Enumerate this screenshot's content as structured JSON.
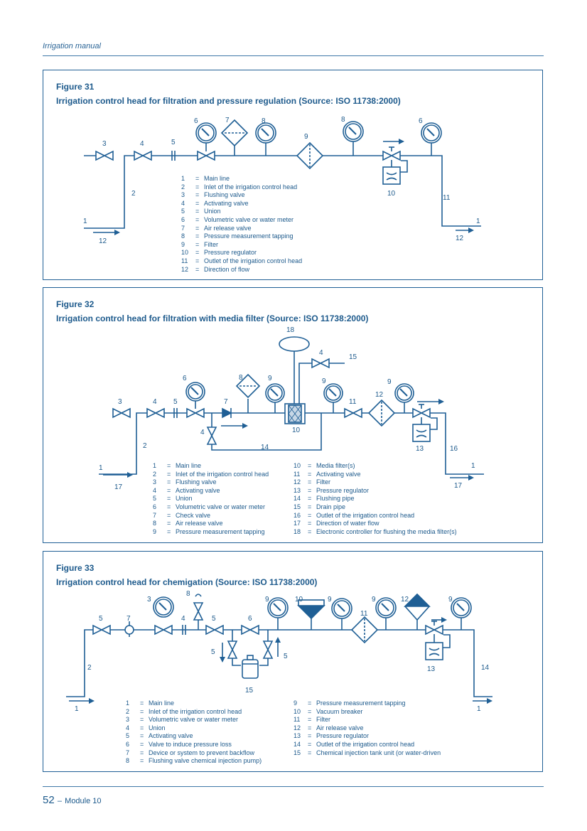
{
  "header": {
    "running_title": "Irrigation manual"
  },
  "figures": [
    {
      "number": "Figure 31",
      "title": "Irrigation control head for filtration and pressure regulation (Source: ISO 11738:2000)",
      "legend": [
        {
          "n": "1",
          "text": "Main line"
        },
        {
          "n": "2",
          "text": "Inlet of the irrigation control head"
        },
        {
          "n": "3",
          "text": "Flushing valve"
        },
        {
          "n": "4",
          "text": "Activating valve"
        },
        {
          "n": "5",
          "text": "Union"
        },
        {
          "n": "6",
          "text": "Volumetric valve or water meter"
        },
        {
          "n": "7",
          "text": "Air release valve"
        },
        {
          "n": "8",
          "text": "Pressure measurement tapping"
        },
        {
          "n": "9",
          "text": "Filter"
        },
        {
          "n": "10",
          "text": "Pressure regulator"
        },
        {
          "n": "11",
          "text": "Outlet of the irrigation control head"
        },
        {
          "n": "12",
          "text": "Direction of flow"
        }
      ]
    },
    {
      "number": "Figure 32",
      "title": "Irrigation control head for filtration with media filter (Source: ISO 11738:2000)",
      "legend_left": [
        {
          "n": "1",
          "text": "Main line"
        },
        {
          "n": "2",
          "text": "Inlet of the irrigation control head"
        },
        {
          "n": "3",
          "text": "Flushing valve"
        },
        {
          "n": "4",
          "text": "Activating valve"
        },
        {
          "n": "5",
          "text": "Union"
        },
        {
          "n": "6",
          "text": "Volumetric valve or water meter"
        },
        {
          "n": "7",
          "text": "Check valve"
        },
        {
          "n": "8",
          "text": "Air release valve"
        },
        {
          "n": "9",
          "text": "Pressure measurement tapping"
        }
      ],
      "legend_right": [
        {
          "n": "10",
          "text": "Media filter(s)"
        },
        {
          "n": "11",
          "text": "Activating valve"
        },
        {
          "n": "12",
          "text": "Filter"
        },
        {
          "n": "13",
          "text": "Pressure regulator"
        },
        {
          "n": "14",
          "text": "Flushing pipe"
        },
        {
          "n": "15",
          "text": "Drain pipe"
        },
        {
          "n": "16",
          "text": "Outlet of the irrigation control head"
        },
        {
          "n": "17",
          "text": "Direction of water flow"
        },
        {
          "n": "18",
          "text": "Electronic controller for flushing the media filter(s)"
        }
      ]
    },
    {
      "number": "Figure 33",
      "title": "Irrigation control head for chemigation (Source: ISO 11738:2000)",
      "legend_left": [
        {
          "n": "1",
          "text": "Main line"
        },
        {
          "n": "2",
          "text": "Inlet of the irrigation control head"
        },
        {
          "n": "3",
          "text": "Volumetric valve or water meter"
        },
        {
          "n": "4",
          "text": "Union"
        },
        {
          "n": "5",
          "text": "Activating valve"
        },
        {
          "n": "6",
          "text": "Valve to induce pressure loss"
        },
        {
          "n": "7",
          "text": "Device or system to prevent backflow"
        },
        {
          "n": "8",
          "text": "Flushing valve chemical injection pump)"
        }
      ],
      "legend_right": [
        {
          "n": "9",
          "text": "Pressure measurement tapping"
        },
        {
          "n": "10",
          "text": "Vacuum breaker"
        },
        {
          "n": "11",
          "text": "Filter"
        },
        {
          "n": "12",
          "text": "Air release valve"
        },
        {
          "n": "13",
          "text": "Pressure regulator"
        },
        {
          "n": "14",
          "text": "Outlet of the irrigation control head"
        },
        {
          "n": "15",
          "text": "Chemical injection tank unit (or water-driven"
        }
      ]
    }
  ],
  "diagram_labels": {
    "f31": [
      "1",
      "2",
      "3",
      "4",
      "5",
      "6",
      "7",
      "8",
      "9",
      "8",
      "6",
      "10",
      "11",
      "12",
      "1",
      "12"
    ],
    "f32": [
      "1",
      "2",
      "3",
      "4",
      "5",
      "6",
      "7",
      "8",
      "9",
      "4",
      "10",
      "14",
      "18",
      "4",
      "15",
      "9",
      "11",
      "12",
      "9",
      "13",
      "16",
      "1",
      "17",
      "17"
    ],
    "f33": [
      "1",
      "2",
      "5",
      "7",
      "3",
      "8",
      "4",
      "5",
      "6",
      "5",
      "5",
      "15",
      "9",
      "10",
      "9",
      "11",
      "9",
      "12",
      "9",
      "13",
      "14",
      "1"
    ]
  },
  "footer": {
    "page_number": "52",
    "separator": "–",
    "module": "Module 10"
  },
  "colors": {
    "ink": "#1d5a8c",
    "line": "#1f5f95"
  }
}
